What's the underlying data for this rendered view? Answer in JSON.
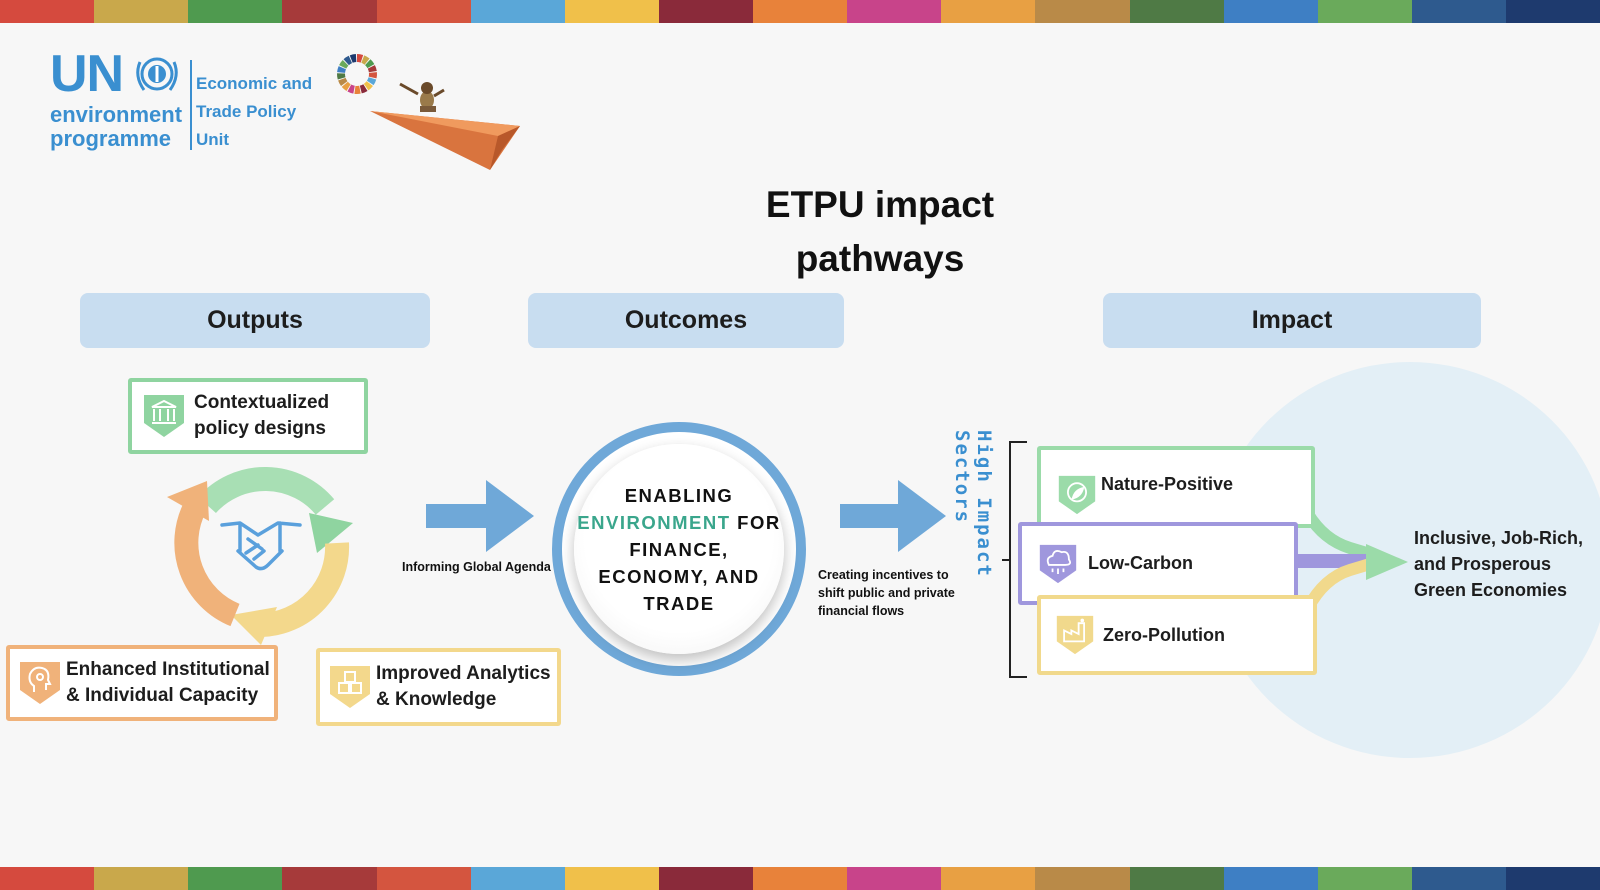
{
  "stripe_colors": [
    "#d54a3e",
    "#c9a84b",
    "#4f9a4f",
    "#a63a3a",
    "#d4553f",
    "#5aa7d8",
    "#f0c04a",
    "#8a2a3a",
    "#e8823a",
    "#c8448a",
    "#e8a043",
    "#b98a48",
    "#4f7a45",
    "#3e7fc4",
    "#6aaa5b",
    "#2e5a8e",
    "#1e3a6e"
  ],
  "logo": {
    "un": "UN",
    "env_line1": "environment",
    "env_line2": "programme",
    "unit_line1": "Economic and",
    "unit_line2": "Trade Policy",
    "unit_line3": "Unit"
  },
  "title": {
    "line1": "ETPU impact",
    "line2": "pathways"
  },
  "headers": {
    "outputs": "Outputs",
    "outcomes": "Outcomes",
    "impact": "Impact"
  },
  "outputs": {
    "contextualized": {
      "line1": "Contextualized",
      "line2": "policy designs",
      "color": "#8fd4a0"
    },
    "institutional": {
      "line1": "Enhanced Institutional",
      "line2": "& Individual Capacity",
      "color": "#f0b27a"
    },
    "analytics": {
      "line1": "Improved Analytics",
      "line2": "& Knowledge",
      "color": "#f3d88c"
    }
  },
  "arrow_labels": {
    "informing": "Informing Global Agenda",
    "incentives_line1": "Creating incentives to",
    "incentives_line2": "shift public and private",
    "incentives_line3": "financial flows"
  },
  "outcome": {
    "line1": "ENABLING",
    "highlight": "ENVIRONMENT",
    "line2_rest": " FOR",
    "line3": "FINANCE,",
    "line4": "ECONOMY, AND",
    "line5": "TRADE"
  },
  "sectors_label": "High Impact Sectors",
  "sectors": {
    "nature": {
      "label": "Nature-Positive",
      "color": "#9bdba9"
    },
    "carbon": {
      "label": "Low-Carbon",
      "color": "#9f97dd"
    },
    "pollution": {
      "label": "Zero-Pollution",
      "color": "#f1d98c"
    }
  },
  "impact": {
    "line1": "Inclusive, Job-Rich,",
    "line2": "and Prosperous",
    "line3": "Green Economies"
  },
  "accent_colors": {
    "arrow_blue": "#6fa8d8",
    "header_blue": "#c8ddf0",
    "brand_blue": "#3a8fd0",
    "impact_circle": "#e3eff6"
  }
}
